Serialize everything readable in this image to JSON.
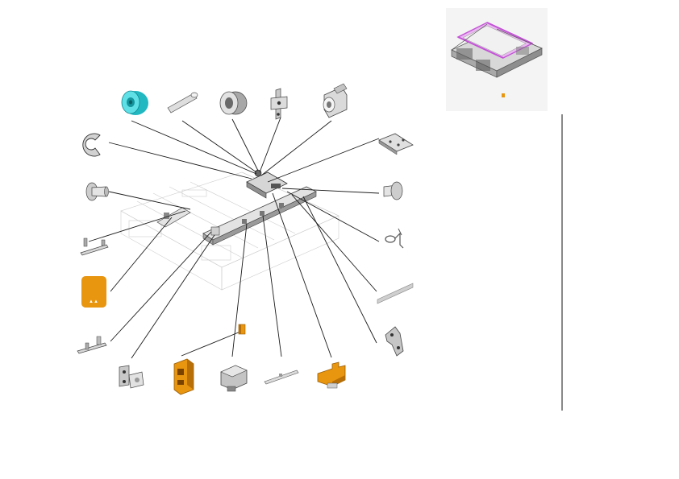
{
  "colors": {
    "accent_orange": "#e8950f",
    "accent_cyan": "#2ec6cf",
    "accent_magenta": "#c353d6",
    "metal_gray": "#bdbdbd",
    "line": "#1a1a1a"
  },
  "parts": [
    {
      "name": "cyan-roller",
      "color": "cyan"
    },
    {
      "name": "pin-shaft",
      "color": "gray"
    },
    {
      "name": "bushing",
      "color": "gray"
    },
    {
      "name": "bracket-plate",
      "color": "gray"
    },
    {
      "name": "clamp-bushing",
      "color": "gray"
    },
    {
      "name": "e-ring",
      "color": "gray"
    },
    {
      "name": "pivot-pin-left",
      "color": "gray"
    },
    {
      "name": "rail-bracket-left",
      "color": "gray"
    },
    {
      "name": "orange-pad",
      "color": "orange"
    },
    {
      "name": "rail-bracket-lower",
      "color": "gray"
    },
    {
      "name": "mount-bracket",
      "color": "gray"
    },
    {
      "name": "orange-block",
      "color": "orange"
    },
    {
      "name": "holder-assembly",
      "color": "gray"
    },
    {
      "name": "guide-rod",
      "color": "gray"
    },
    {
      "name": "orange-clip",
      "color": "orange"
    },
    {
      "name": "small-orange-piece",
      "color": "orange"
    },
    {
      "name": "tray-plate",
      "color": "gray"
    },
    {
      "name": "pivot-pin-right",
      "color": "gray"
    },
    {
      "name": "hook-spring",
      "color": "gray"
    },
    {
      "name": "flat-strip",
      "color": "gray"
    },
    {
      "name": "side-bracket",
      "color": "gray"
    }
  ]
}
